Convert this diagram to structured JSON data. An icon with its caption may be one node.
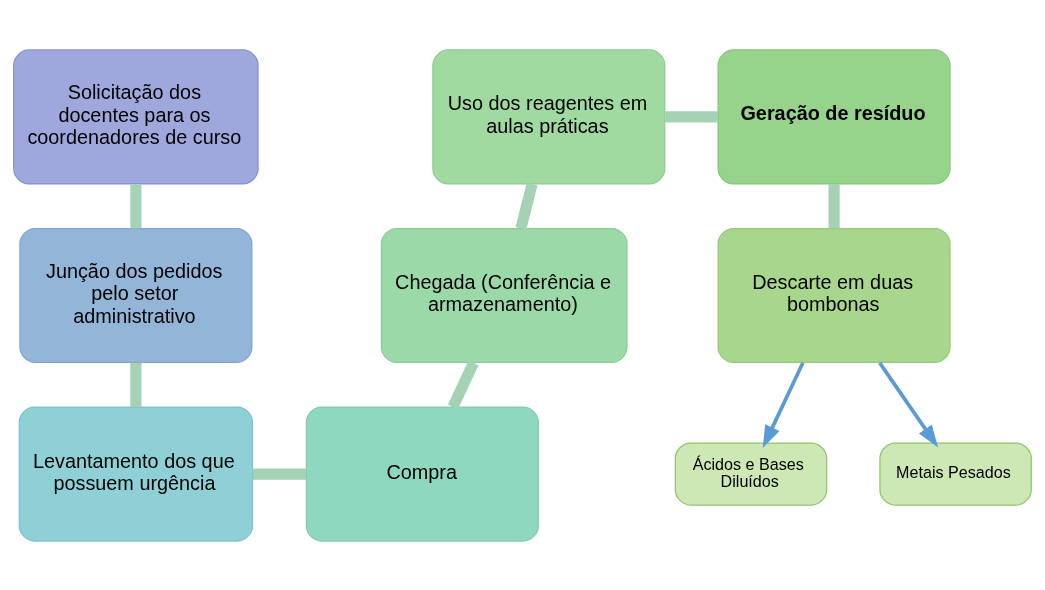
{
  "diagram": {
    "nodes": [
      {
        "text": [
          "Solicitação dos docentes para os coordenadores de curso"
        ]
      },
      {
        "text": [
          "Junção dos pedidos pelo setor administrativo"
        ]
      },
      {
        "text": [
          "Levantamento dos que possuem urgência"
        ]
      },
      {
        "text": [
          "Compra"
        ]
      },
      {
        "text": [
          "Chegada (Conferência e armazenamento)"
        ]
      },
      {
        "text": [
          "Uso dos reagentes em aulas práticas"
        ]
      },
      {
        "text": [
          "Geração de resíduo"
        ]
      },
      {
        "text": [
          "Descarte em duas bombonas"
        ]
      },
      {
        "text": [
          "Ácidos e Bases Diluídos"
        ]
      },
      {
        "text": [
          "Metais Pesados"
        ]
      }
    ],
    "edges": [
      {
        "from": 0,
        "to": 1,
        "arrow": "none"
      },
      {
        "from": 1,
        "to": 2,
        "arrow": "none"
      },
      {
        "from": 2,
        "to": 3,
        "arrow": "none"
      },
      {
        "from": 3,
        "to": 4,
        "arrow": "none"
      },
      {
        "from": 4,
        "to": 5,
        "arrow": "none"
      },
      {
        "from": 5,
        "to": 6,
        "arrow": "none"
      },
      {
        "from": 6,
        "to": 7,
        "arrow": "none"
      },
      {
        "from": 7,
        "to": 8,
        "arrow": "to",
        "color": "#5b9bd5"
      },
      {
        "from": 7,
        "to": 9,
        "arrow": "to",
        "color": "#5b9bd5"
      }
    ]
  }
}
